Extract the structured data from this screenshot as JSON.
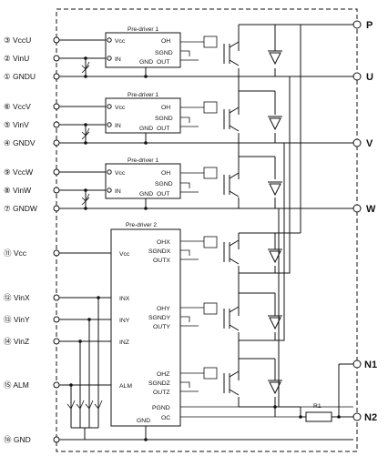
{
  "modules": [
    {
      "title": "Pre-driver 1",
      "pin_vcc": "Vcc",
      "pin_in": "IN",
      "pin_gnd": "GND",
      "pin_oh": "OH",
      "pin_sgnd": "SGND",
      "pin_out": "OUT",
      "left_vcc": "③ VccU",
      "left_in": "② VinU",
      "left_gnd": "① GNDU"
    },
    {
      "title": "Pre-driver 1",
      "pin_vcc": "Vcc",
      "pin_in": "IN",
      "pin_gnd": "GND",
      "pin_oh": "OH",
      "pin_sgnd": "SGND",
      "pin_out": "OUT",
      "left_vcc": "⑥ VccV",
      "left_in": "⑤ VinV",
      "left_gnd": "④ GNDV"
    },
    {
      "title": "Pre-driver 1",
      "pin_vcc": "Vcc",
      "pin_in": "IN",
      "pin_gnd": "GND",
      "pin_oh": "OH",
      "pin_sgnd": "SGND",
      "pin_out": "OUT",
      "left_vcc": "⑨ VccW",
      "left_in": "⑧ VinW",
      "left_gnd": "⑦ GNDW"
    }
  ],
  "predriver2": {
    "title": "Pre-driver 2",
    "vcc": "Vcc",
    "inx": "INX",
    "iny": "INY",
    "inz": "INZ",
    "alm": "ALM",
    "gnd": "GND",
    "ohx": "OHX",
    "sgndx": "SGNDX",
    "outx": "OUTX",
    "ohy": "OHY",
    "sgndy": "SGNDY",
    "outy": "OUTY",
    "ohz": "OHZ",
    "sgndz": "SGNDZ",
    "outz": "OUTZ",
    "pgnd": "PGND",
    "oc": "OC",
    "left_vcc": "⑪ Vcc",
    "left_vinx": "⑫ VinX",
    "left_viny": "⑬ VinY",
    "left_vinz": "⑭ VinZ",
    "left_alm": "⑮ ALM",
    "left_gnd": "⑱ GND"
  },
  "terminals": {
    "p": "P",
    "u": "U",
    "v": "V",
    "w": "W",
    "n1": "N1",
    "n2": "N2"
  },
  "resistor_label": "R1"
}
